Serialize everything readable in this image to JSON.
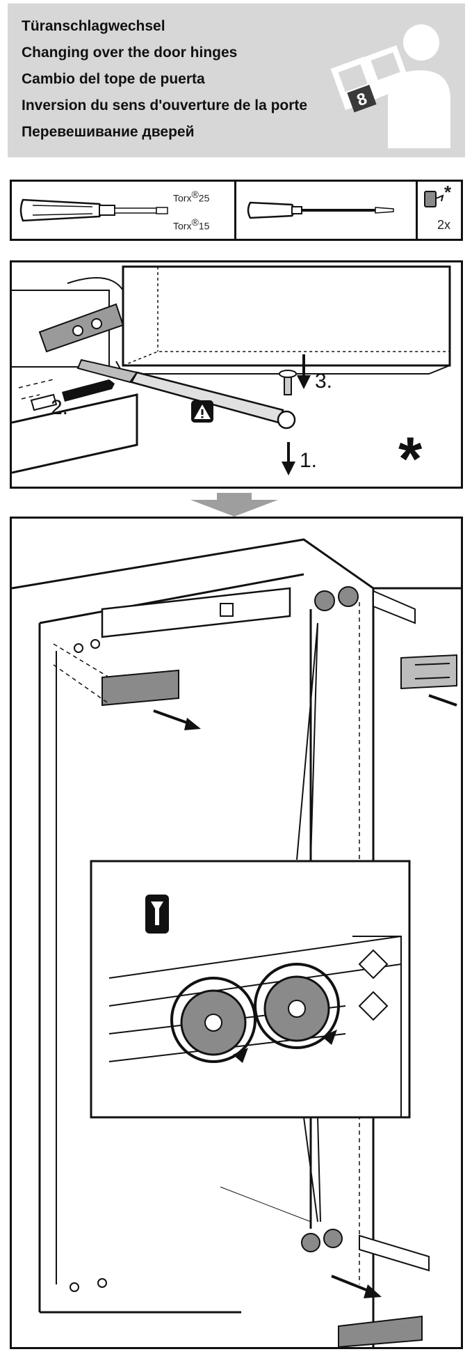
{
  "header": {
    "titles": [
      "Türanschlagwechsel",
      "Changing over the door hinges",
      "Cambio del tope de puerta",
      "Inversion du sens d'ouverture de la porte",
      "Перевешивание дверей"
    ],
    "manual_icon": "person-reading-manual-icon",
    "manual_number": "8"
  },
  "tools": {
    "torx_25_brand": "Torx",
    "torx_25_mark": "®",
    "torx_25_size": "25",
    "torx_15_brand": "Torx",
    "torx_15_mark": "®",
    "torx_15_size": "15",
    "asterisk": "*",
    "quantity": "2x"
  },
  "step1": {
    "label_1": "1.",
    "label_2": "2.",
    "label_3": "3.",
    "asterisk": "*",
    "warning_icon": "warning-triangle-icon"
  },
  "step2": {
    "detail_icon": "screw-icon"
  },
  "colors": {
    "header_bg": "#d7d7d7",
    "part_grey": "#8a8a8a",
    "line": "#111111"
  }
}
